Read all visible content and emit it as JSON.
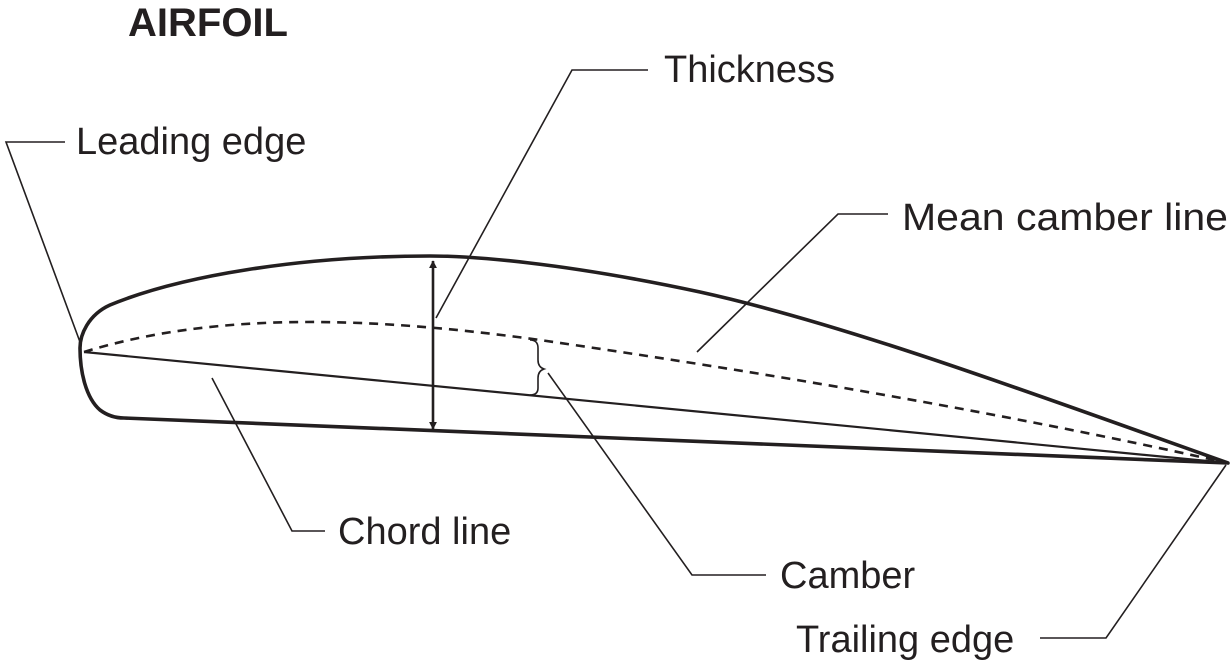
{
  "title": "AIRFOIL",
  "labels": {
    "thickness": "Thickness",
    "leading_edge": "Leading edge",
    "mean_camber_line": "Mean camber line",
    "chord_line": "Chord line",
    "camber": "Camber",
    "trailing_edge": "Trailing edge"
  },
  "colors": {
    "ink": "#231f20",
    "background": "#ffffff"
  }
}
